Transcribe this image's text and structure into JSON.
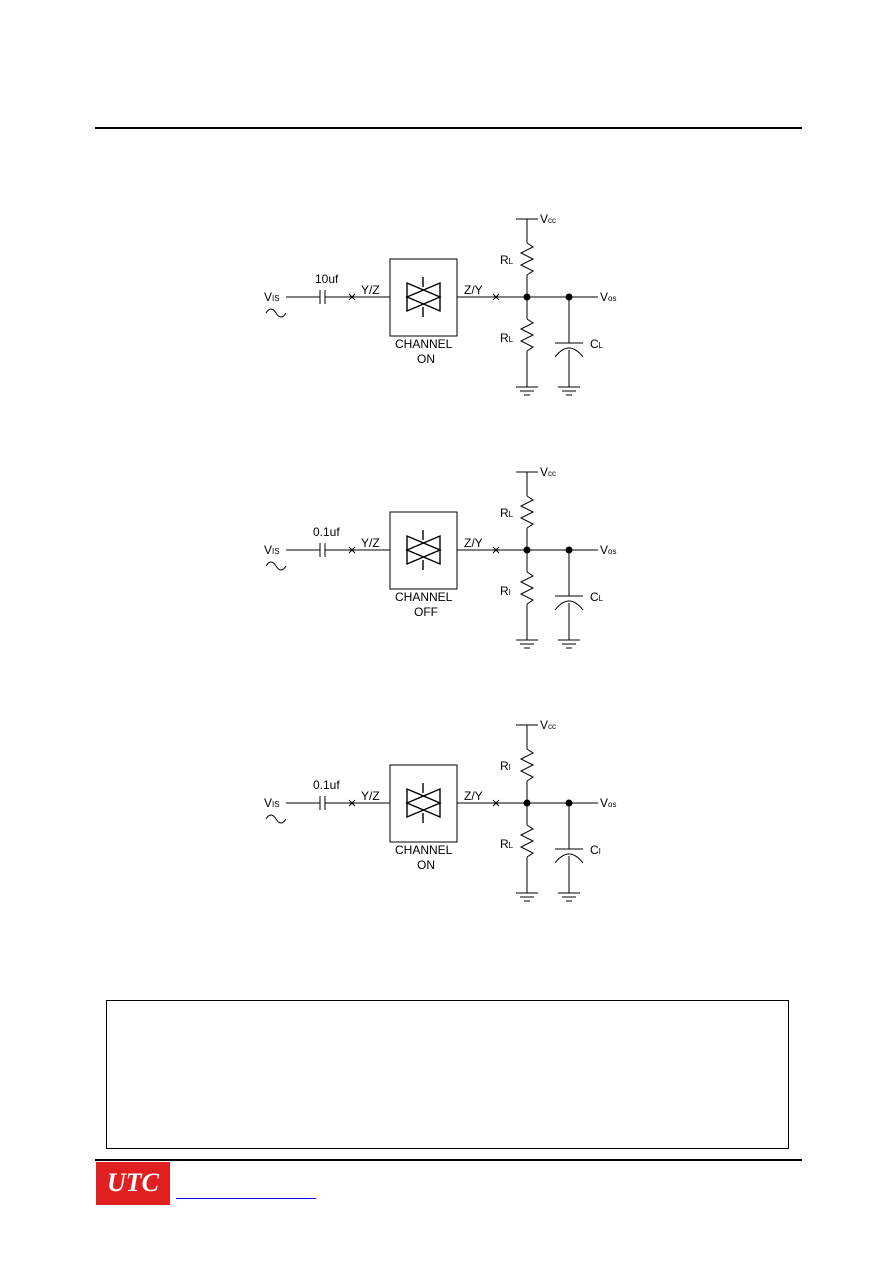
{
  "circuits": [
    {
      "cap_value": "10uf",
      "input": "VIS",
      "in_port": "Y/Z",
      "out_port": "Z/Y",
      "state": [
        "CHANNEL",
        "ON"
      ],
      "r_top": "RL",
      "r_bottom": "RL",
      "c_load": "CL",
      "vcc": "Vcc",
      "output": "Vos"
    },
    {
      "cap_value": "0.1uf",
      "input": "VIS",
      "in_port": "Y/Z",
      "out_port": "Z/Y",
      "state": [
        "CHANNEL",
        "OFF"
      ],
      "r_top": "RL",
      "r_bottom": "RI",
      "c_load": "CL",
      "vcc": "Vcc",
      "output": "Vos"
    },
    {
      "cap_value": "0.1uf",
      "input": "VIS",
      "in_port": "Y/Z",
      "out_port": "Z/Y",
      "state": [
        "CHANNEL",
        "ON"
      ],
      "r_top": "RI",
      "r_bottom": "RL",
      "c_load": "CI",
      "vcc": "Vcc",
      "output": "Vos"
    }
  ],
  "logo": {
    "text": "UTC",
    "color": "#e02020"
  },
  "colors": {
    "ink": "#000000",
    "link": "#0000ee"
  }
}
